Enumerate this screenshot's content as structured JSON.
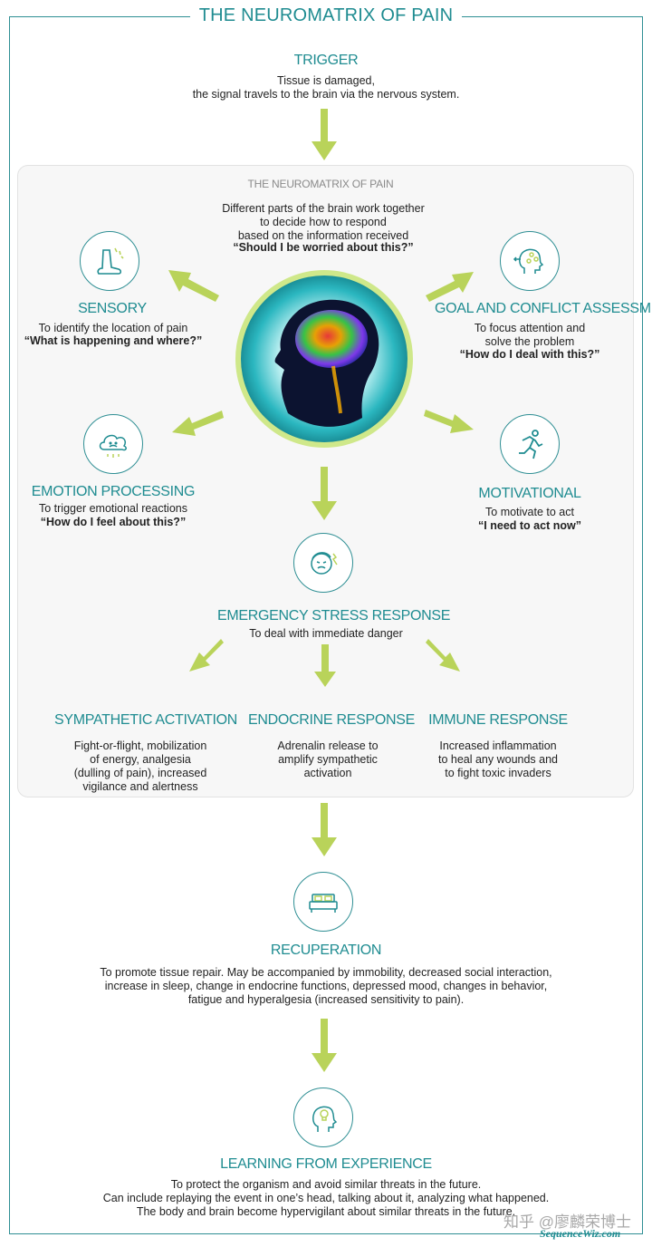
{
  "title": "THE NEUROMATRIX OF PAIN",
  "trigger": {
    "heading": "TRIGGER",
    "text": "Tissue is damaged,\nthe signal travels to the brain via the nervous system."
  },
  "neuromatrix": {
    "subtitle": "THE NEUROMATRIX OF PAIN",
    "text": "Different parts of the brain work together\nto decide how to respond\nbased on the information received",
    "question": "“Should I be worried about this?”"
  },
  "sensory": {
    "heading": "SENSORY",
    "text": "To identify the location of pain",
    "question": "“What is happening and where?”",
    "icon": "foot-pain-icon"
  },
  "goal": {
    "heading": "GOAL AND CONFLICT ASSESSMENT",
    "text": "To focus attention and\nsolve the problem",
    "question": "“How do I deal with this?”",
    "icon": "head-network-icon"
  },
  "emotion": {
    "heading": "EMOTION PROCESSING",
    "text": "To trigger emotional reactions",
    "question": "“How do I feel about this?”",
    "icon": "sad-cloud-icon"
  },
  "motivational": {
    "heading": "MOTIVATIONAL",
    "text": "To motivate to act",
    "question": "“I need to act now”",
    "icon": "running-person-icon"
  },
  "emergency": {
    "heading": "EMERGENCY STRESS RESPONSE",
    "text": "To deal with immediate danger",
    "icon": "stressed-face-icon"
  },
  "sympathetic": {
    "heading": "SYMPATHETIC ACTIVATION",
    "text": "Fight-or-flight, mobilization\nof energy,  analgesia\n(dulling of pain), increased\nvigilance and alertness"
  },
  "endocrine": {
    "heading": "ENDOCRINE RESPONSE",
    "text": "Adrenalin release to\namplify sympathetic\nactivation"
  },
  "immune": {
    "heading": "IMMUNE RESPONSE",
    "text": "Increased inflammation\nto heal any wounds and\nto fight toxic invaders"
  },
  "recuperation": {
    "heading": "RECUPERATION",
    "text": "To promote tissue repair. May be accompanied by immobility, decreased social interaction,\nincrease in sleep, change in endocrine functions, depressed mood, changes in behavior,\nfatigue and hyperalgesia (increased sensitivity to pain).",
    "icon": "bed-icon"
  },
  "learning": {
    "heading": "LEARNING FROM EXPERIENCE",
    "text": "To protect the organism and avoid similar threats in the future.\nCan include replaying the event in one’s head, talking about it, analyzing what happened.\nThe body and brain become hypervigilant about similar threats in the future.",
    "icon": "head-lightbulb-icon"
  },
  "watermark": "知乎 @廖麟荣博士",
  "brand": "SequenceWiz.com",
  "colors": {
    "teal": "#1f8c91",
    "arrow": "#b9d35a",
    "panel": "#f7f7f7"
  }
}
